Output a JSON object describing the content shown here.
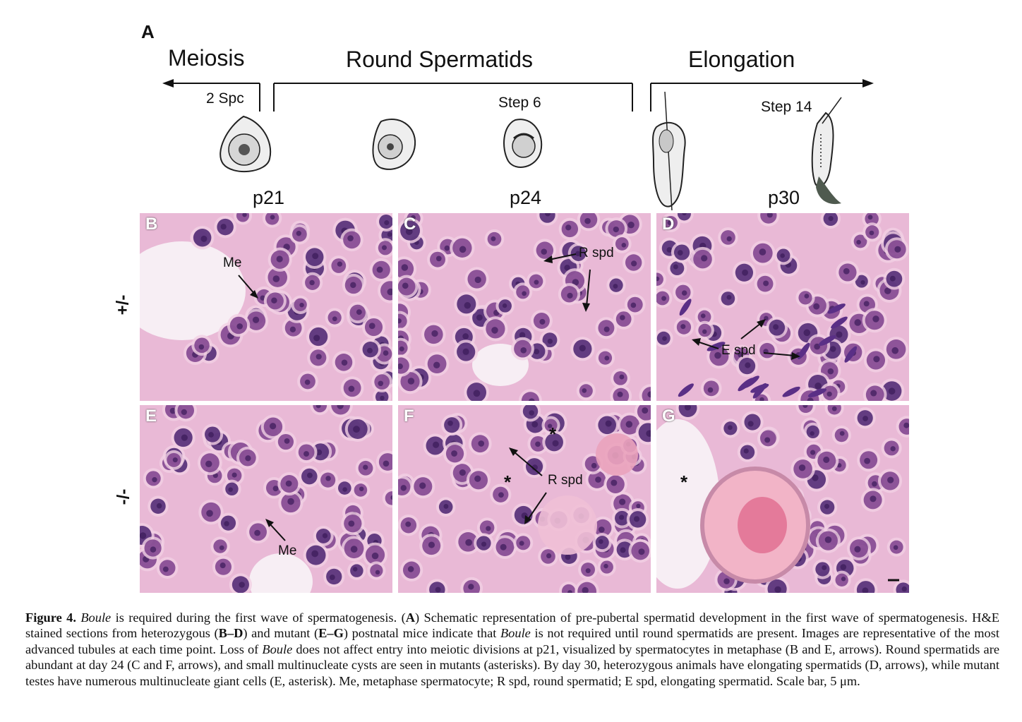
{
  "schematic": {
    "panel_letter": "A",
    "phases": {
      "meiosis": "Meiosis",
      "round": "Round Spermatids",
      "elongation": "Elongation"
    },
    "markers": {
      "spc": "2 Spc",
      "step6": "Step 6",
      "step14": "Step 14"
    },
    "timepoints": {
      "p21": "p21",
      "p24": "p24",
      "p30": "p30"
    },
    "cell_icons": [
      "spermatocyte-cell-icon",
      "round-spermatid-icon",
      "round-spermatid-step6-icon",
      "elongating-spermatid-icon",
      "step14-spermatid-icon"
    ]
  },
  "genotypes": {
    "het": "+/-",
    "mut": "-/-"
  },
  "panels": {
    "B": {
      "letter": "B",
      "label": "Me"
    },
    "C": {
      "letter": "C",
      "label": "R spd"
    },
    "D": {
      "letter": "D",
      "label": "E spd"
    },
    "E": {
      "letter": "E",
      "label": "Me"
    },
    "F": {
      "letter": "F",
      "label": "R spd",
      "asterisk": "*"
    },
    "G": {
      "letter": "G",
      "asterisk": "*"
    }
  },
  "caption": {
    "title": "Figure 4.",
    "boule": "Boule",
    "part1": " is required during the first wave of spermatogenesis. (",
    "A": "A",
    "part2": ") Schematic representation of pre-pubertal spermatid development in the first wave of spermatogenesis. H&E stained sections from heterozygous (",
    "BD": "B–D",
    "part3": ") and mutant (",
    "EG": "E–G",
    "part4": ") postnatal mice indicate that ",
    "part5": " is not required until round spermatids are present. Images are representative of the most advanced tubules at each time point. Loss of ",
    "part6": " does not affect entry into meiotic divisions at p21, visualized by spermatocytes in metaphase (B and E, arrows). Round spermatids are abundant at day 24 (C and F, arrows), and small multinucleate cysts are seen in mutants (asterisks). By day 30, heterozygous animals have elongating spermatids (D, arrows), while mutant testes have numerous multinucleate giant cells (E, asterisk). Me, metaphase spermatocyte; R spd, round spermatid; E spd, elongating spermatid. Scale bar, 5 μm."
  },
  "colors": {
    "tissue_bg": "#e9b9d6",
    "nucleus": "#7d3f8c",
    "dark_nucleus": "#4a2370",
    "lumen": "#f7eef4"
  }
}
